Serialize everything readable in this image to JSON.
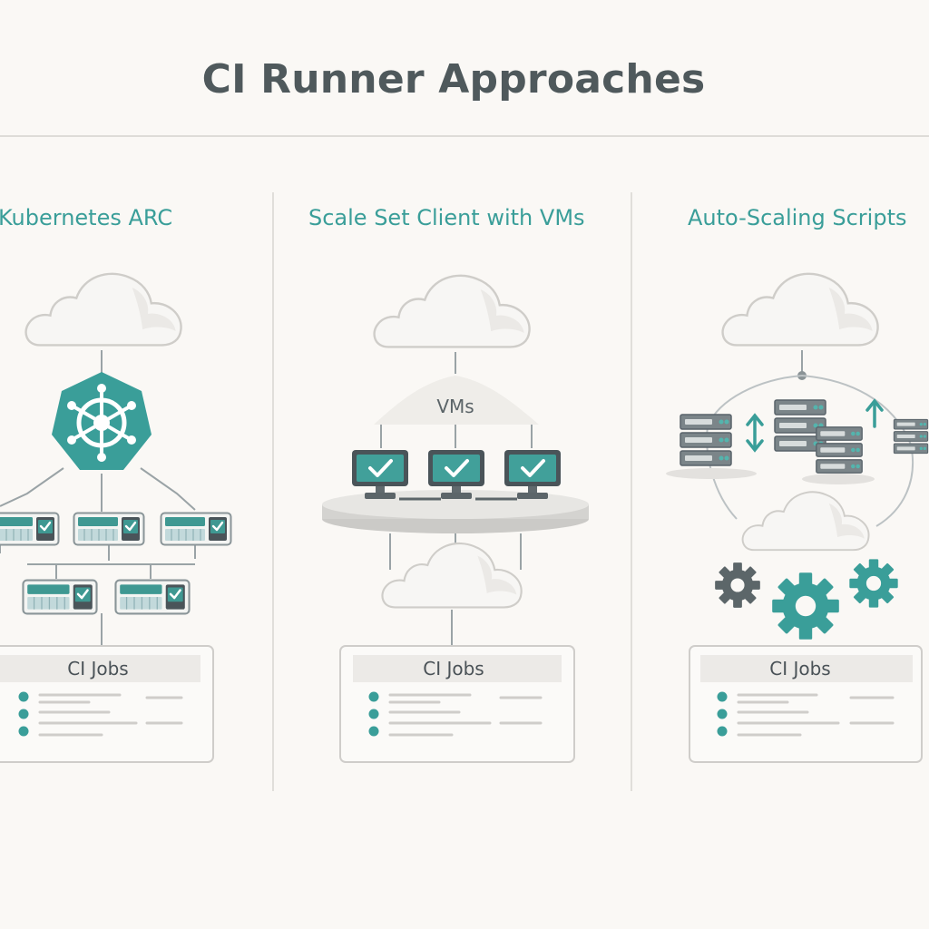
{
  "title": "CI Runner Approaches",
  "panels": [
    {
      "title": "Kubernetes ARC",
      "jobs_title": "CI Jobs"
    },
    {
      "title": "Scale Set Client with VMs",
      "vm_label": "VMs",
      "jobs_title": "CI Jobs"
    },
    {
      "title": "Auto-Scaling Scripts",
      "jobs_title": "CI Jobs"
    }
  ],
  "colors": {
    "accent": "#3a9e99",
    "heading": "#4f595c",
    "background": "#faf8f5",
    "line": "#c9c7c3"
  },
  "icons": [
    "cloud-icon",
    "kubernetes-helm-icon",
    "monitor-check-icon",
    "server-icon",
    "gear-icon",
    "scale-arrow-icon"
  ]
}
